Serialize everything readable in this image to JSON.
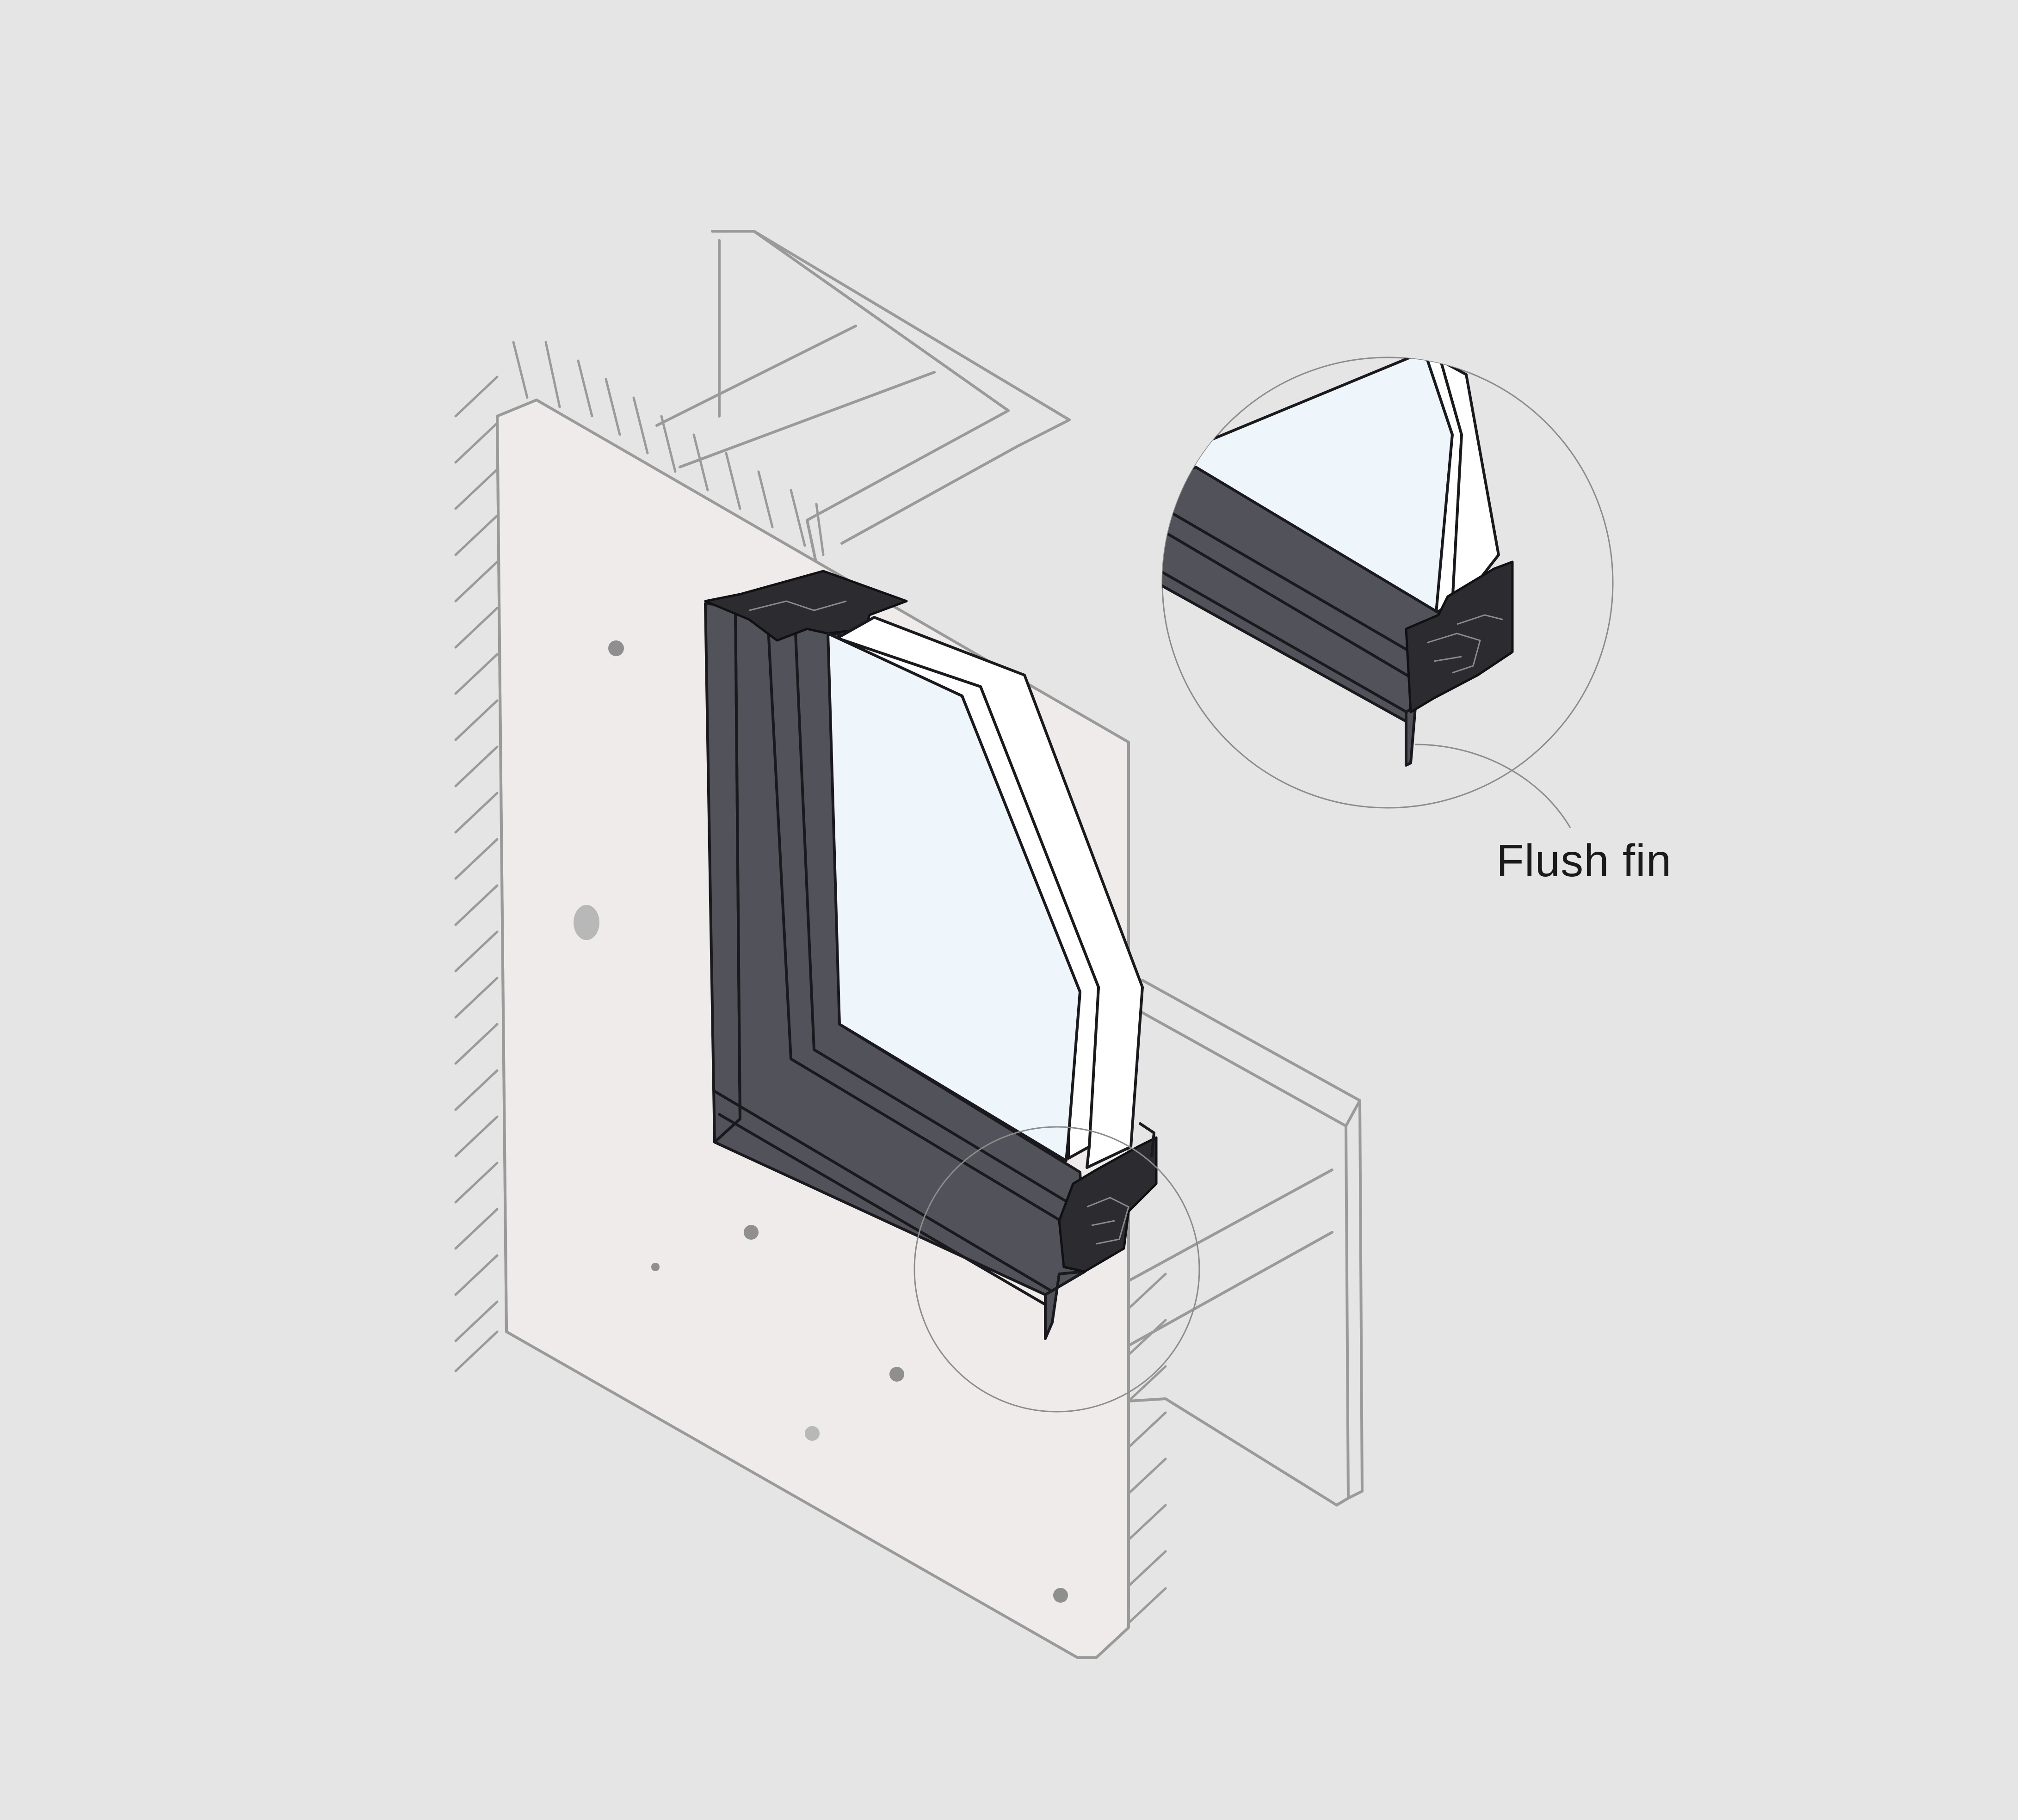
{
  "callout": {
    "label": "Flush fin"
  },
  "colors": {
    "background": "#e5e5e5",
    "wall_panel": "#eeebea",
    "wireframe": "#9a9a9a",
    "frame_dark": "#52525a",
    "glass": "#eef6fc",
    "label": "#1a1a1a"
  },
  "icons": {
    "detail_circle": "magnifier-detail-circle",
    "hatching": "wall-section-hatch"
  }
}
